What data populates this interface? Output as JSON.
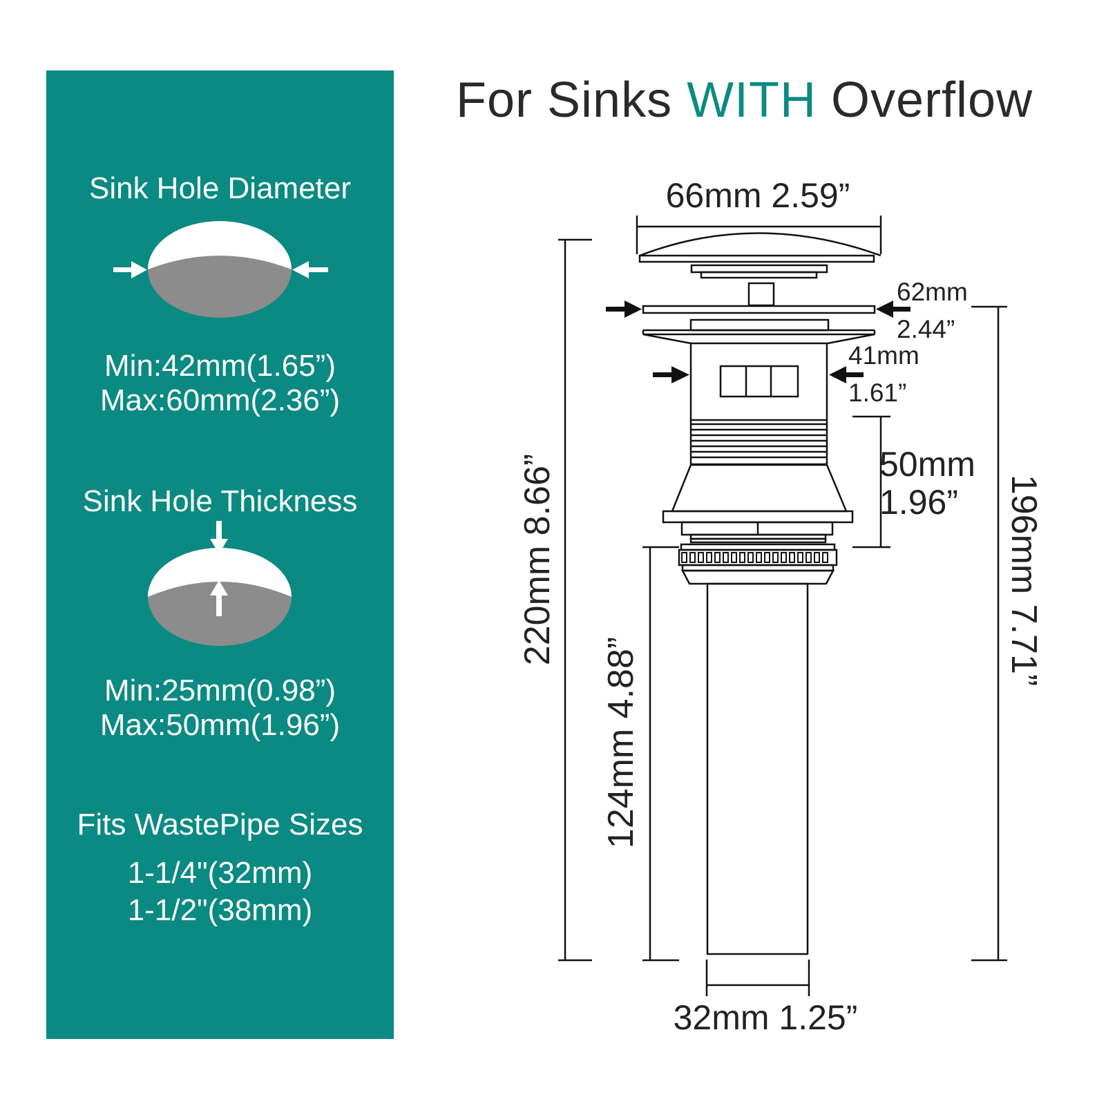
{
  "colors": {
    "panel": "#0a8a82",
    "title_accent": "#0a8a82",
    "title_text": "#2a2a2a",
    "drawing": "#111111",
    "hole_gray": "#8c8c8c"
  },
  "left_panel": {
    "diameter": {
      "title": "Sink Hole Diameter",
      "min": "Min:42mm(1.65”)",
      "max": "Max:60mm(2.36”)"
    },
    "thickness": {
      "title": "Sink Hole Thickness",
      "min": "Min:25mm(0.98”)",
      "max": "Max:50mm(1.96”)"
    },
    "waste_pipe": {
      "title": "Fits WastePipe Sizes",
      "size1": "1-1/4\"(32mm)",
      "size2": "1-1/2\"(38mm)"
    }
  },
  "title": {
    "prefix": "For Sinks ",
    "accent": "WITH",
    "suffix": " Overflow"
  },
  "dimensions": {
    "top_width": "66mm 2.59”",
    "flange_mm": "62mm",
    "flange_in": "2.44”",
    "body_mm": "41mm",
    "body_in": "1.61”",
    "thread_mm": "50mm",
    "thread_in": "1.96”",
    "total_height": "220mm 8.66”",
    "tail_height": "124mm 4.88”",
    "overflow_height": "196mm 7.71”",
    "pipe_width": "32mm 1.25”"
  },
  "icons": [
    "arrow-right-icon",
    "arrow-left-icon",
    "arrow-down-icon",
    "arrow-up-icon"
  ]
}
